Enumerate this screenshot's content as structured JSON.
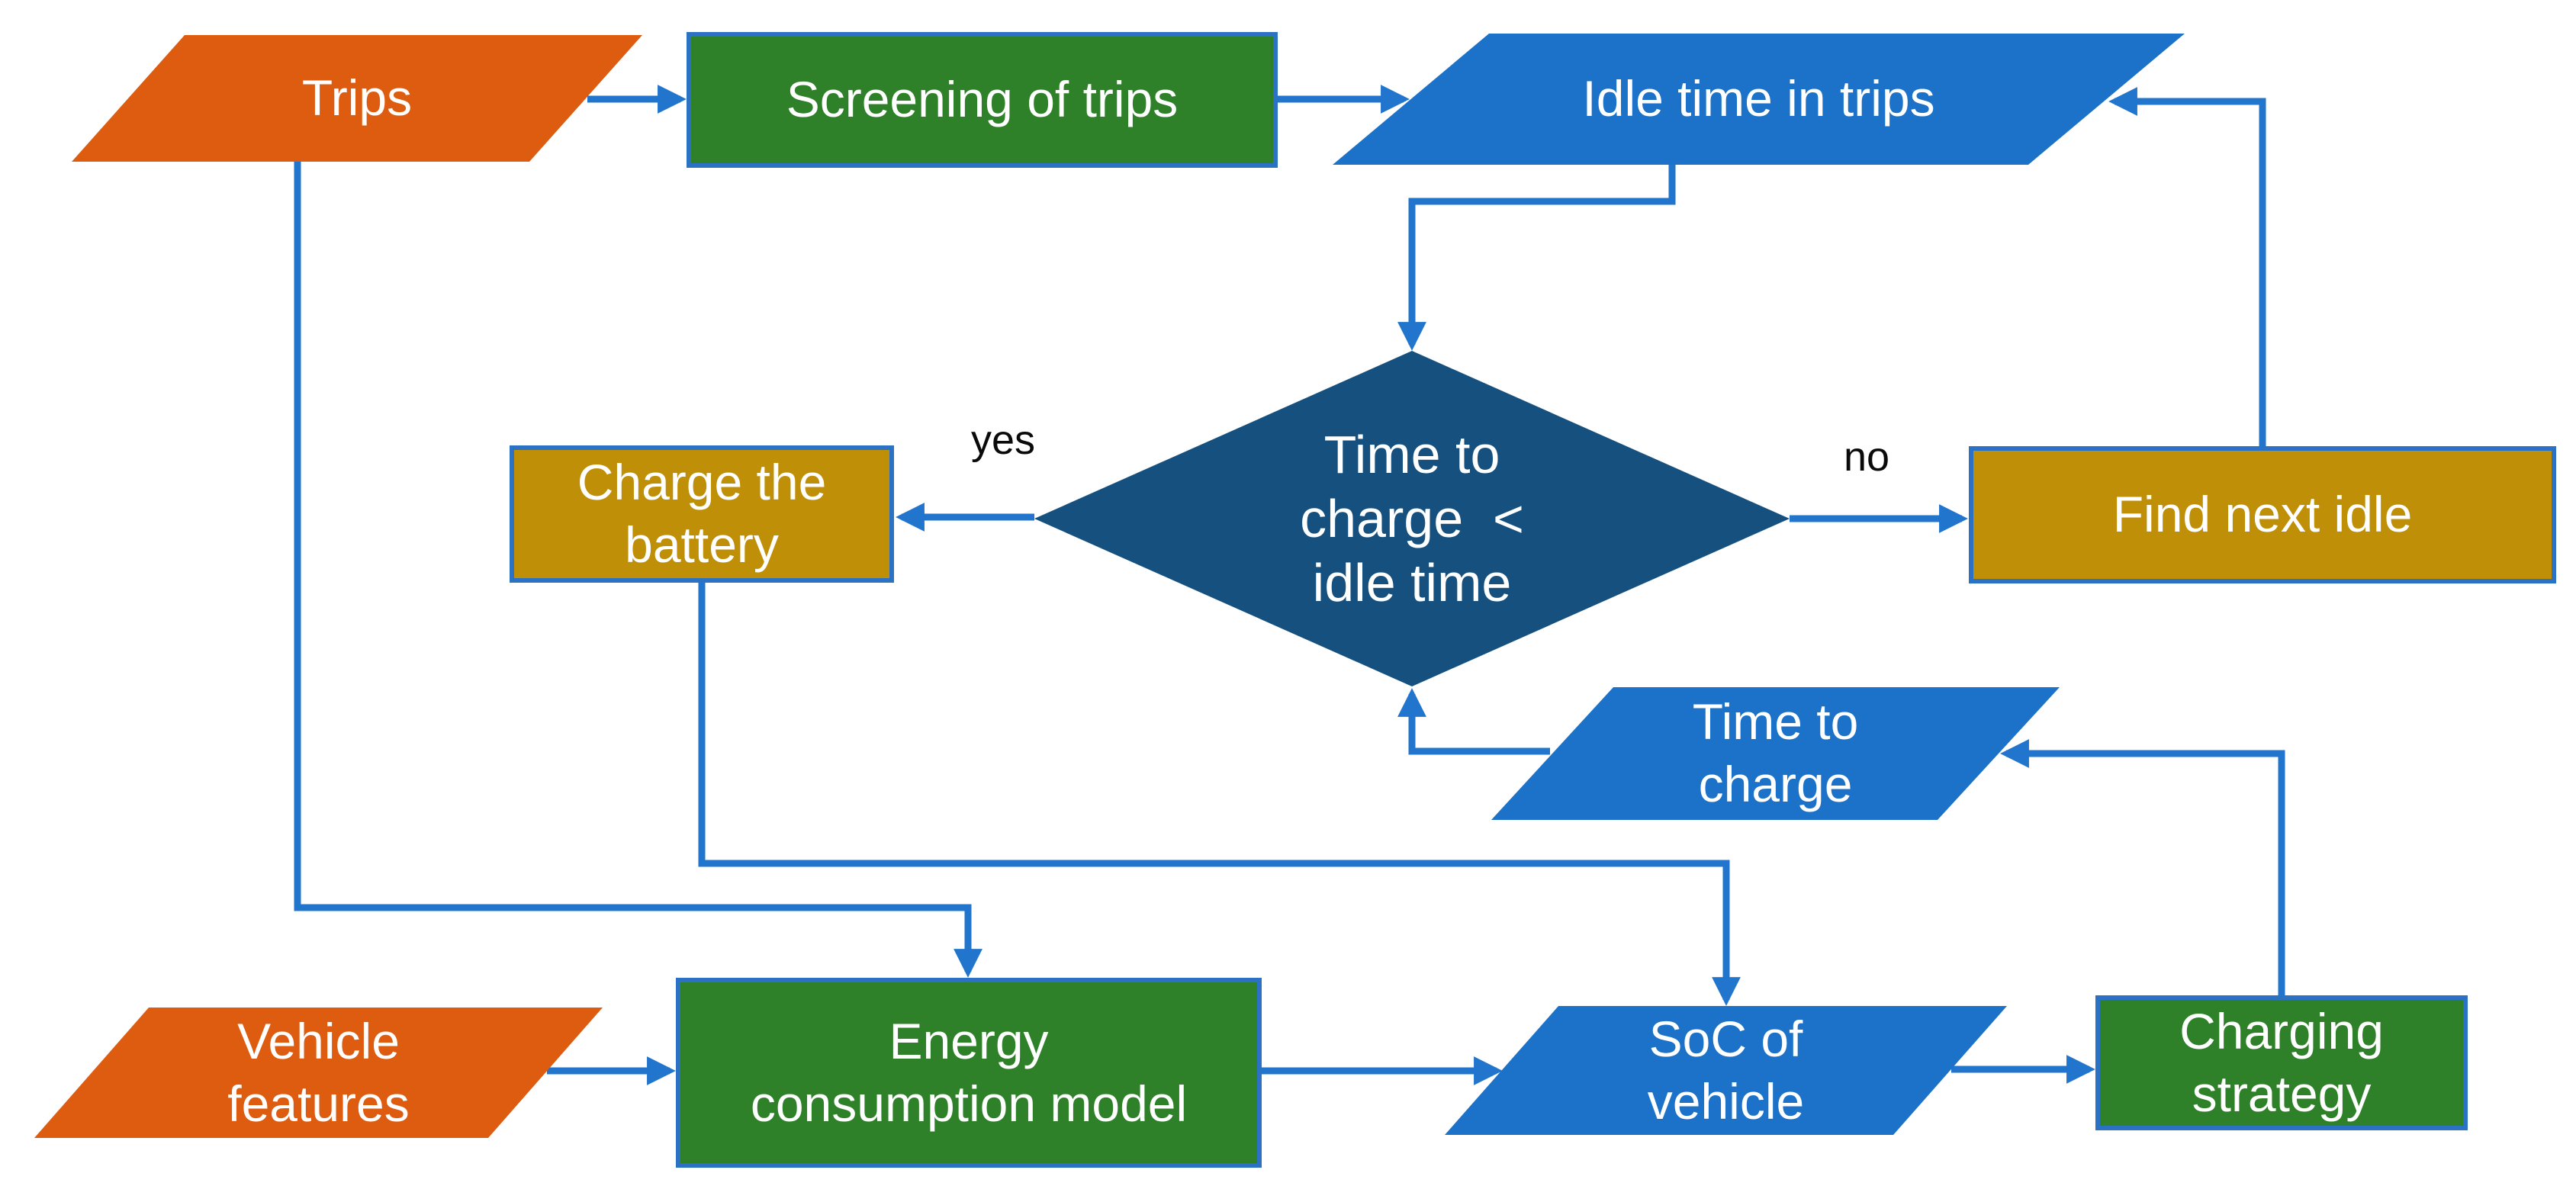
{
  "colors": {
    "orange": "#DD5C10",
    "green": "#2E8128",
    "gold": "#C08F08",
    "blue": "#1B72C8",
    "navy": "#15507E",
    "connector": "#2175CD",
    "border": "#2B72C4",
    "label_light": "#FFFFFF",
    "label_dark": "#0A0A0A",
    "background": "#FFFFFF"
  },
  "nodes": {
    "trips": {
      "label": "Trips",
      "shape": "parallelogram-data"
    },
    "screening": {
      "label": "Screening of trips",
      "shape": "process-rect"
    },
    "idle_time": {
      "label": "Idle time in trips",
      "shape": "parallelogram-data"
    },
    "decision": {
      "lines": [
        "Time to",
        "charge  <",
        "idle time"
      ],
      "shape": "decision-diamond"
    },
    "charge_battery": {
      "lines": [
        "Charge the",
        "battery"
      ],
      "shape": "process-rect"
    },
    "find_next_idle": {
      "label": "Find next idle",
      "shape": "process-rect"
    },
    "time_to_charge": {
      "lines": [
        "Time to",
        "charge"
      ],
      "shape": "parallelogram-data"
    },
    "vehicle_features": {
      "lines": [
        "Vehicle",
        "features"
      ],
      "shape": "parallelogram-data"
    },
    "energy_model": {
      "lines": [
        "Energy",
        "consumption model"
      ],
      "shape": "process-rect"
    },
    "soc_vehicle": {
      "lines": [
        "SoC of",
        "vehicle"
      ],
      "shape": "parallelogram-data"
    },
    "charging_strategy": {
      "lines": [
        "Charging",
        "strategy"
      ],
      "shape": "process-rect"
    }
  },
  "edge_labels": {
    "yes": "yes",
    "no": "no"
  },
  "edges": [
    {
      "from": "trips",
      "to": "screening"
    },
    {
      "from": "screening",
      "to": "idle_time"
    },
    {
      "from": "idle_time",
      "to": "decision"
    },
    {
      "from": "decision",
      "to": "charge_battery",
      "label": "yes"
    },
    {
      "from": "decision",
      "to": "find_next_idle",
      "label": "no"
    },
    {
      "from": "find_next_idle",
      "to": "idle_time"
    },
    {
      "from": "charge_battery",
      "to": "soc_vehicle"
    },
    {
      "from": "time_to_charge",
      "to": "decision"
    },
    {
      "from": "charging_strategy",
      "to": "time_to_charge"
    },
    {
      "from": "trips",
      "to": "energy_model"
    },
    {
      "from": "vehicle_features",
      "to": "energy_model"
    },
    {
      "from": "energy_model",
      "to": "soc_vehicle"
    },
    {
      "from": "soc_vehicle",
      "to": "charging_strategy"
    }
  ]
}
